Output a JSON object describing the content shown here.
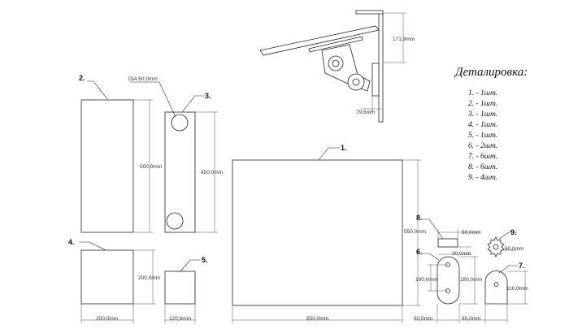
{
  "title": "Деталировка:",
  "parts_list": [
    "1. - 1шт.",
    "2. - 1шт.",
    "3. - 1шт.",
    "4. - 1шт.",
    "5. - 1шт.",
    "6. - 2шт.",
    "7. - 6шт.",
    "8. - 6шт.",
    "9. - 4шт."
  ],
  "labels": {
    "p1": "1.",
    "p2": "2.",
    "p3": "3.",
    "p4": "4.",
    "p5": "5.",
    "p6": "6.",
    "p7": "7.",
    "p8": "8.",
    "p9": "9."
  },
  "dims": {
    "assembly_height": "171,9mm",
    "assembly_offset": "79,6mm",
    "dia": "DIA 60,0mm",
    "p2_height": "500,0mm",
    "p3_height": "450,0mm",
    "p1_height": "550,0mm",
    "p1_width": "650,0mm",
    "p4_height": "200,0mm",
    "p4_width": "200,0mm",
    "p5_width": "120,0mm",
    "p8_width": "60,0mm",
    "p8_height": "30,0mm",
    "p6_hole_spacing": "100,0mm",
    "p6_height": "180,0mm",
    "p6_width": "80,0mm",
    "p7_height": "110,0mm",
    "p7_width": "80,0mm",
    "p9_dia": "60,0mm"
  }
}
